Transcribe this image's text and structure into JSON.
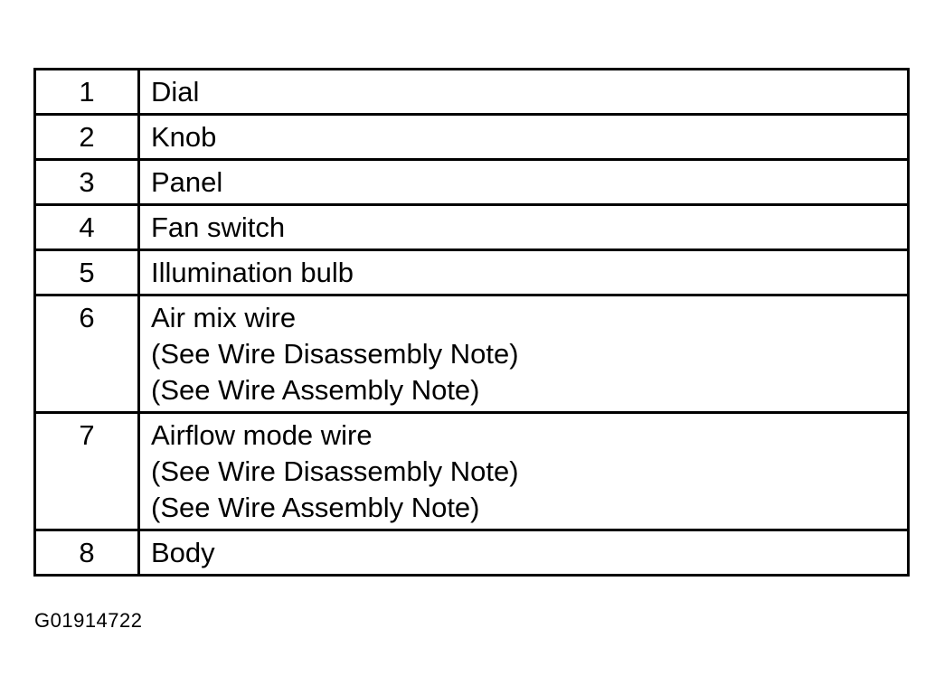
{
  "legend": {
    "rows": [
      {
        "number": "1",
        "lines": [
          "Dial"
        ]
      },
      {
        "number": "2",
        "lines": [
          "Knob"
        ]
      },
      {
        "number": "3",
        "lines": [
          "Panel"
        ]
      },
      {
        "number": "4",
        "lines": [
          "Fan switch"
        ]
      },
      {
        "number": "5",
        "lines": [
          "Illumination bulb"
        ]
      },
      {
        "number": "6",
        "lines": [
          "Air mix wire",
          "(See Wire Disassembly Note)",
          "(See Wire Assembly Note)"
        ]
      },
      {
        "number": "7",
        "lines": [
          "Airflow mode wire",
          "(See Wire Disassembly Note)",
          "(See Wire Assembly Note)"
        ]
      },
      {
        "number": "8",
        "lines": [
          "Body"
        ]
      }
    ]
  },
  "figure_id": "G01914722"
}
